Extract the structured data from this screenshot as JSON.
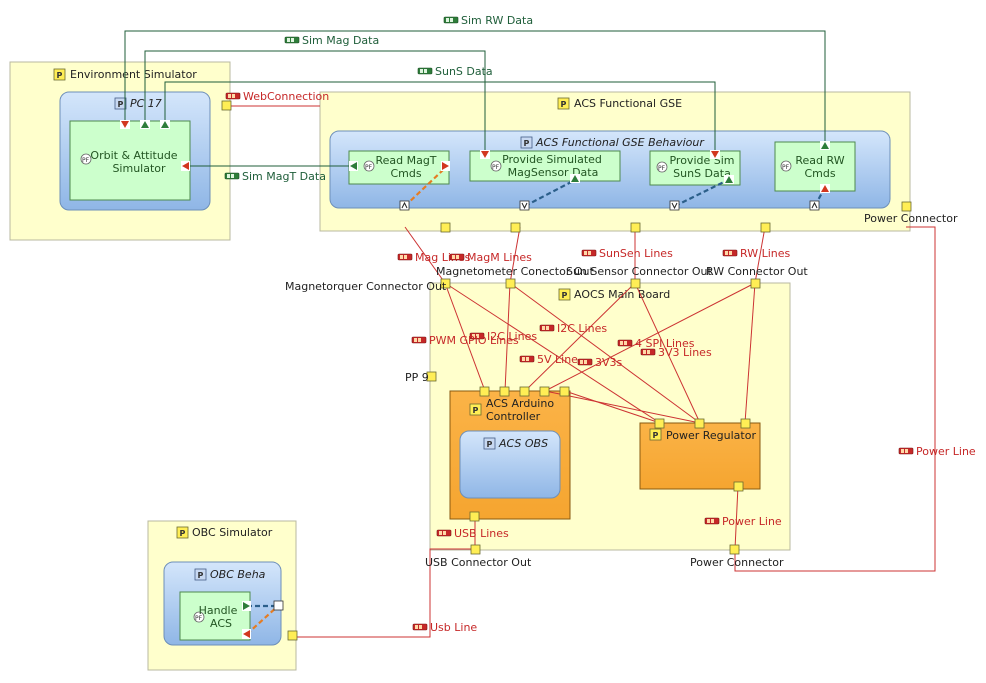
{
  "parts": {
    "env_sim": "Environment Simulator",
    "pc17": "PC 17",
    "orbit_sim": [
      "Orbit & Attitude",
      "Simulator"
    ],
    "gse": "ACS Functional GSE",
    "gse_behaviour": "ACS Functional GSE Behaviour",
    "read_magt": [
      "Read MagT",
      "Cmds"
    ],
    "provide_mag": [
      "Provide Simulated",
      "MagSensor Data"
    ],
    "provide_suns": [
      "Provide Sim",
      "SunS Data"
    ],
    "read_rw": [
      "Read RW",
      "Cmds"
    ],
    "aocs_board": "AOCS Main Board",
    "arduino": [
      "ACS Arduino",
      "Controller"
    ],
    "acs_obs": "ACS OBS",
    "power_reg": "Power Regulator",
    "obc_sim": "OBC Simulator",
    "obc_beha": "OBC Beha",
    "handle_acs": [
      "Handle",
      "ACS"
    ]
  },
  "ports": {
    "mag_conn": "Magnetorquer Connector Out",
    "magneto_conn": "Magnetometer Conector Out",
    "sun_conn": "Sun Sensor Connector Out",
    "rw_conn": "RW Connector Out",
    "pp9": "PP 9",
    "usb_conn": "USB Connector Out",
    "power_conn_board": "Power Connector",
    "power_conn_gse": "Power Connector"
  },
  "connectors": {
    "sim_rw": "Sim RW Data",
    "sim_mag": "Sim Mag Data",
    "suns": "SunS Data",
    "web": "WebConnection",
    "sim_magt": "Sim MagT Data",
    "mag_lines": "Mag Lines",
    "magm_lines": "MagM Lines",
    "sunsen_lines": "SunSen Lines",
    "rw_lines": "RW Lines",
    "i2c_a": "I2C Lines",
    "i2c_b": "I2C Lines",
    "pwm": "PWM GPIO Lines",
    "spi": "4 SPI Lines",
    "v5": "5V Line",
    "v3s": "3V3s",
    "v3lines": "3V3 Lines",
    "power_line_right": "Power Line",
    "power_line_board": "Power Line",
    "usb_lines": "USB Lines",
    "usb_line": "Usb Line"
  },
  "colors": {
    "part_fill": "#ffffcc",
    "part_border": "#b8b8a0",
    "behaviour_fill": "#a8c8ee",
    "function_fill": "#ccffcc",
    "component_fill": "#f8ac3a",
    "exchange_green": "#1f5e3a",
    "physical_red": "#cc3333",
    "port_yellow": "#ffee55"
  }
}
